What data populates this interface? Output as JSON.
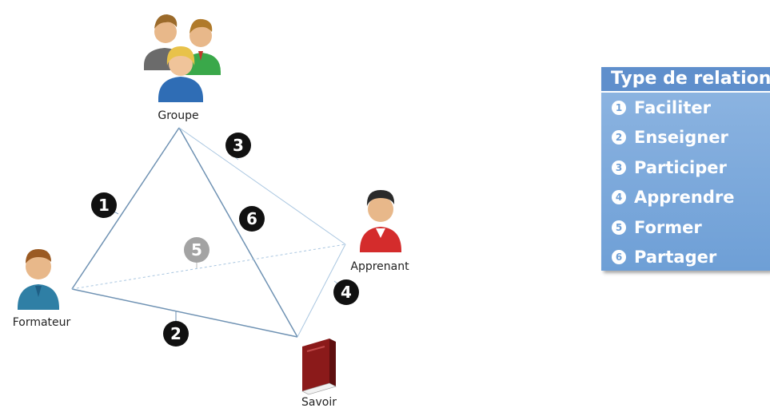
{
  "nodes": {
    "groupe": "Groupe",
    "formateur": "Formateur",
    "apprenant": "Apprenant",
    "savoir": "Savoir"
  },
  "edge_numbers": [
    "1",
    "2",
    "3",
    "4",
    "5",
    "6"
  ],
  "legend": {
    "title": "Type de relation",
    "items": [
      {
        "num": "1",
        "label": "Faciliter"
      },
      {
        "num": "2",
        "label": "Enseigner"
      },
      {
        "num": "3",
        "label": "Participer"
      },
      {
        "num": "4",
        "label": "Apprendre"
      },
      {
        "num": "5",
        "label": "Former"
      },
      {
        "num": "6",
        "label": "Partager"
      }
    ]
  },
  "colors": {
    "edge": "#7a9fbf",
    "edge_light": "#a8c8e4",
    "badge": "#111111",
    "badge_hidden": "#9a9a9a",
    "legend_bg": "#6e9fd6",
    "book": "#8b1a1a"
  },
  "icons": [
    "group-people-icon",
    "teacher-icon",
    "learner-icon",
    "book-icon"
  ]
}
